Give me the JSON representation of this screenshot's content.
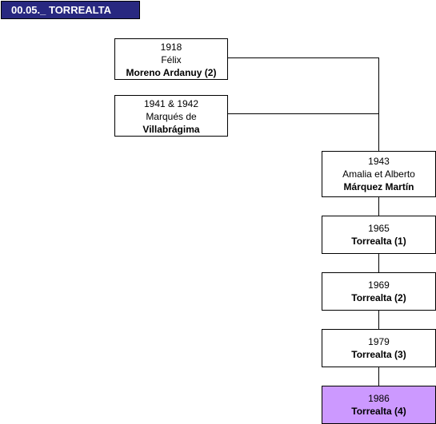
{
  "title": "00.05._ TORREALTA",
  "nodes": [
    {
      "lines": [
        "1918",
        "Félix"
      ],
      "bold": "Moreno Ardanuy (2)"
    },
    {
      "lines": [
        "1941 & 1942",
        "Marqués de"
      ],
      "bold": "Villabrágima"
    },
    {
      "lines": [
        "1943",
        "Amalia et Alberto"
      ],
      "bold": "Márquez Martín"
    },
    {
      "lines": [
        "1965"
      ],
      "bold": "Torrealta (1)"
    },
    {
      "lines": [
        "1969"
      ],
      "bold": "Torrealta (2)"
    },
    {
      "lines": [
        "1979"
      ],
      "bold": "Torrealta (3)"
    },
    {
      "lines": [
        "1986"
      ],
      "bold": "Torrealta (4)"
    }
  ],
  "colors": {
    "title_bg": "#282880",
    "title_text": "#ffffff",
    "highlight": "#cc99ff"
  }
}
